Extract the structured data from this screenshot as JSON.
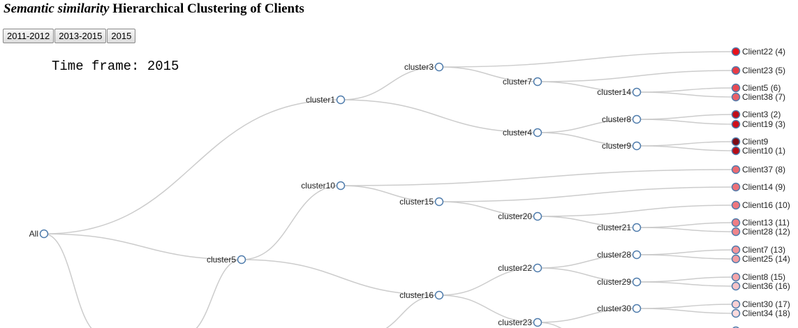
{
  "header": {
    "title_italic": "Semantic similarity",
    "title_rest": " Hierarchical Clustering of Clients"
  },
  "buttons": [
    {
      "label": "2011-2012"
    },
    {
      "label": "2013-2015"
    },
    {
      "label": "2015"
    }
  ],
  "time_frame": {
    "prefix": "Time frame: ",
    "value": "2015"
  },
  "colors": {
    "link": "#cccccc",
    "internal_node_fill": "#ffffff",
    "node_stroke": "#4f7cac"
  },
  "tree": {
    "root": "All",
    "internal_nodes": [
      {
        "name": "cluster1",
        "parent": "All"
      },
      {
        "name": "cluster3",
        "parent": "cluster1"
      },
      {
        "name": "cluster7",
        "parent": "cluster3"
      },
      {
        "name": "cluster14",
        "parent": "cluster7"
      },
      {
        "name": "cluster4",
        "parent": "cluster1"
      },
      {
        "name": "cluster8",
        "parent": "cluster4"
      },
      {
        "name": "cluster9",
        "parent": "cluster4"
      },
      {
        "name": "cluster5",
        "parent": "All"
      },
      {
        "name": "cluster10",
        "parent": "cluster5"
      },
      {
        "name": "cluster15",
        "parent": "cluster10"
      },
      {
        "name": "cluster20",
        "parent": "cluster15"
      },
      {
        "name": "cluster21",
        "parent": "cluster20"
      },
      {
        "name": "cluster16",
        "parent": "cluster5"
      },
      {
        "name": "cluster22",
        "parent": "cluster16"
      },
      {
        "name": "cluster28",
        "parent": "cluster22"
      },
      {
        "name": "cluster29",
        "parent": "cluster22"
      },
      {
        "name": "cluster23",
        "parent": "cluster16"
      },
      {
        "name": "cluster30",
        "parent": "cluster23"
      }
    ],
    "leaves": [
      {
        "name": "Client22",
        "rank": "(4)",
        "parent": "cluster3",
        "color": "#e8101a"
      },
      {
        "name": "Client23",
        "rank": "(5)",
        "parent": "cluster7",
        "color": "#e83c46"
      },
      {
        "name": "Client5",
        "rank": "(6)",
        "parent": "cluster14",
        "color": "#e84a53"
      },
      {
        "name": "Client38",
        "rank": "(7)",
        "parent": "cluster14",
        "color": "#ea6068"
      },
      {
        "name": "Client3",
        "rank": "(2)",
        "parent": "cluster8",
        "color": "#c00d18"
      },
      {
        "name": "Client19",
        "rank": "(3)",
        "parent": "cluster8",
        "color": "#cf0f1a"
      },
      {
        "name": "Client9",
        "rank": "",
        "parent": "cluster9",
        "color": "#7d0a14"
      },
      {
        "name": "Client10",
        "rank": "(1)",
        "parent": "cluster9",
        "color": "#b50c17"
      },
      {
        "name": "Client37",
        "rank": "(8)",
        "parent": "cluster10",
        "color": "#ec6a72"
      },
      {
        "name": "Client14",
        "rank": "(9)",
        "parent": "cluster15",
        "color": "#ed7178"
      },
      {
        "name": "Client16",
        "rank": "(10)",
        "parent": "cluster20",
        "color": "#ee777e"
      },
      {
        "name": "Client13",
        "rank": "(11)",
        "parent": "cluster21",
        "color": "#ef7d84"
      },
      {
        "name": "Client28",
        "rank": "(12)",
        "parent": "cluster21",
        "color": "#f0858b"
      },
      {
        "name": "Client7",
        "rank": "(13)",
        "parent": "cluster28",
        "color": "#f2949a"
      },
      {
        "name": "Client25",
        "rank": "(14)",
        "parent": "cluster28",
        "color": "#f39ca1"
      },
      {
        "name": "Client8",
        "rank": "(15)",
        "parent": "cluster29",
        "color": "#f4a5aa"
      },
      {
        "name": "Client36",
        "rank": "(16)",
        "parent": "cluster29",
        "color": "#f7c2c6"
      },
      {
        "name": "Client30",
        "rank": "(17)",
        "parent": "cluster30",
        "color": "#f9d0d3"
      },
      {
        "name": "Client34",
        "rank": "(18)",
        "parent": "cluster30",
        "color": "#fadadd"
      }
    ]
  }
}
